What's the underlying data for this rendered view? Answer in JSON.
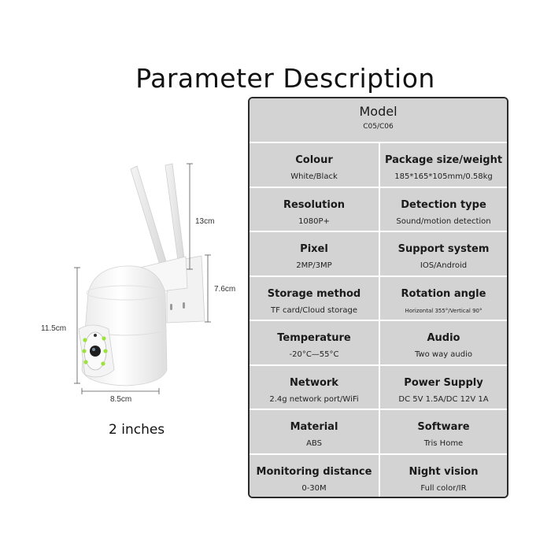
{
  "title": "Parameter Description",
  "camera": {
    "dims": {
      "antenna": "13cm",
      "mount": "7.6cm",
      "height": "11.5cm",
      "width": "8.5cm"
    },
    "caption": "2 inches"
  },
  "spec": {
    "model": {
      "label": "Model",
      "value": "C05/C06"
    },
    "rows": [
      [
        {
          "label": "Colour",
          "value": "White/Black"
        },
        {
          "label": "Package size/weight",
          "value": "185*165*105mm/0.58kg"
        }
      ],
      [
        {
          "label": "Resolution",
          "value": "1080P+"
        },
        {
          "label": "Detection type",
          "value": "Sound/motion detection"
        }
      ],
      [
        {
          "label": "Pixel",
          "value": "2MP/3MP"
        },
        {
          "label": "Support system",
          "value": "IOS/Android"
        }
      ],
      [
        {
          "label": "Storage method",
          "value": "TF card/Cloud storage"
        },
        {
          "label": "Rotation angle",
          "value": "Horizontal 355°/Vertical 90°"
        }
      ],
      [
        {
          "label": "Temperature",
          "value": "-20°C—55°C"
        },
        {
          "label": "Audio",
          "value": "Two way audio"
        }
      ],
      [
        {
          "label": "Network",
          "value": "2.4g network port/WiFi"
        },
        {
          "label": "Power Supply",
          "value": "DC 5V 1.5A/DC 12V 1A"
        }
      ],
      [
        {
          "label": "Material",
          "value": "ABS"
        },
        {
          "label": "Software",
          "value": "Tris Home"
        }
      ],
      [
        {
          "label": "Monitoring distance",
          "value": "0-30M"
        },
        {
          "label": "Night vision",
          "value": "Full color/IR"
        }
      ]
    ]
  },
  "colors": {
    "cell_bg": "#d3d3d3",
    "border": "#2b2b2b",
    "led_ring": "#9be23a"
  }
}
